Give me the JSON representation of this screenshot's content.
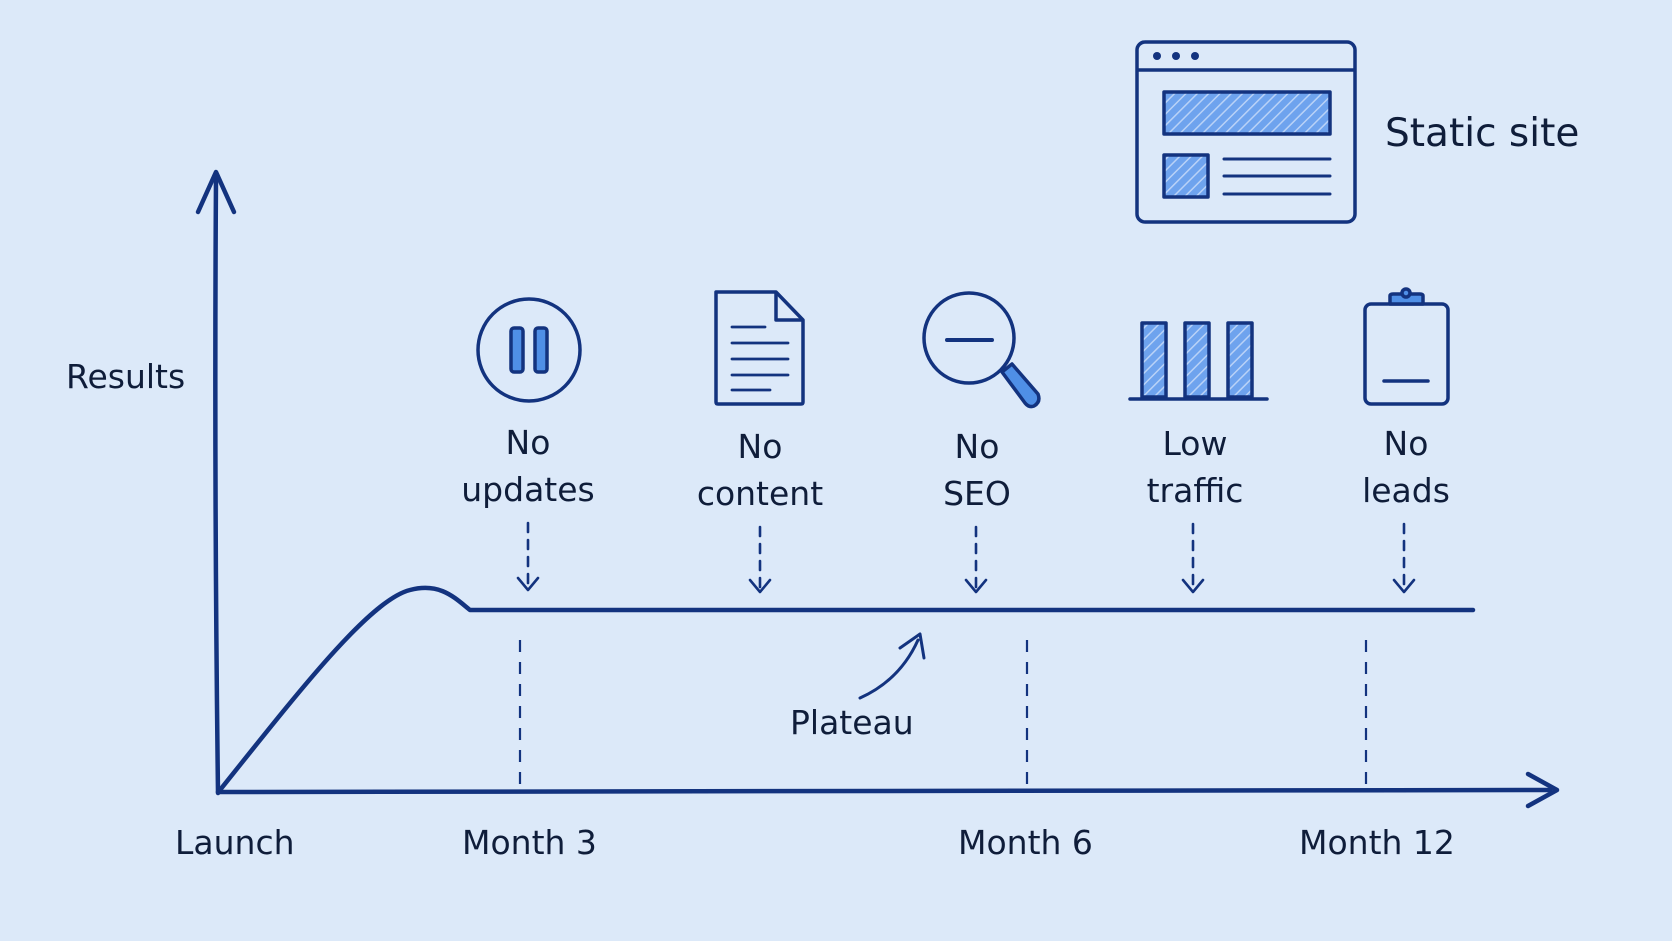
{
  "legend": {
    "label": "Static site",
    "icon": "browser-window-icon"
  },
  "axes": {
    "y_label": "Results"
  },
  "timeline": {
    "labels": [
      "Launch",
      "Month 3",
      "Month 6",
      "Month 12"
    ],
    "plateau_label": "Plateau"
  },
  "stages": [
    {
      "icon": "pause-icon",
      "line1": "No",
      "line2": "updates"
    },
    {
      "icon": "document-icon",
      "line1": "No",
      "line2": "content"
    },
    {
      "icon": "magnifier-minus-icon",
      "line1": "No",
      "line2": "SEO"
    },
    {
      "icon": "bar-chart-icon",
      "line1": "Low",
      "line2": "traffic"
    },
    {
      "icon": "clipboard-icon",
      "line1": "No",
      "line2": "leads"
    }
  ],
  "colors": {
    "background": "#dce9f9",
    "ink": "#13337f",
    "fill": "#4f8fe6",
    "text": "#0f1d3a"
  }
}
